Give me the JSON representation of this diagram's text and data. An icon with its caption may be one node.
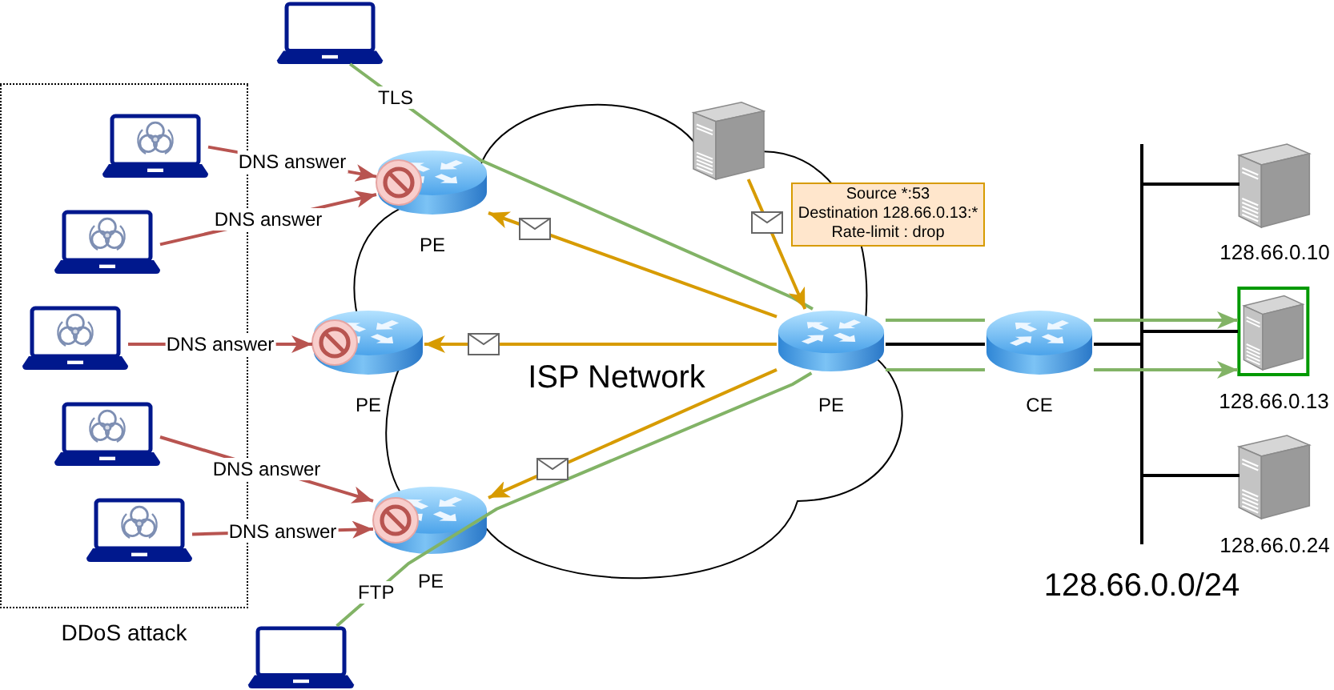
{
  "diagram": {
    "nodes": [
      {
        "text": [
          "DDoS attack"
        ]
      },
      {
        "text": [],
        "shape": "laptop",
        "in": 0
      },
      {
        "text": [],
        "shape": "laptop",
        "in": 0
      },
      {
        "text": [],
        "shape": "laptop",
        "in": 0
      },
      {
        "text": [],
        "shape": "laptop",
        "in": 0
      },
      {
        "text": [],
        "shape": "laptop",
        "in": 0
      },
      {
        "text": [],
        "shape": "laptop"
      },
      {
        "text": [],
        "shape": "laptop"
      },
      {
        "text": [
          "ISP Network"
        ]
      },
      {
        "text": [
          "PE"
        ],
        "in": 8
      },
      {
        "text": [
          "PE"
        ],
        "in": 8
      },
      {
        "text": [
          "PE"
        ],
        "in": 8
      },
      {
        "text": [],
        "shape": "server",
        "in": 8
      },
      {
        "text": [
          "Source *:53",
          "Destination 128.66.0.13:*",
          "Rate-limit : drop"
        ]
      },
      {
        "text": [
          "PE"
        ],
        "in": 8
      },
      {
        "text": [
          "CE"
        ]
      },
      {
        "text": [],
        "shape": "bar"
      },
      {
        "text": [
          "128.66.0.10"
        ]
      },
      {
        "text": [
          "128.66.0.13"
        ]
      },
      {
        "text": [
          "128.66.0.24"
        ]
      }
    ],
    "edges": [
      {
        "from": 1,
        "to": 9,
        "arrow": "to",
        "label": "DNS answer",
        "color": "#b85450"
      },
      {
        "from": 2,
        "to": 9,
        "arrow": "to",
        "label": "DNS answer",
        "color": "#b85450"
      },
      {
        "from": 3,
        "to": 10,
        "arrow": "to",
        "label": "DNS answer",
        "color": "#b85450"
      },
      {
        "from": 4,
        "to": 11,
        "arrow": "to",
        "label": "DNS answer",
        "color": "#b85450"
      },
      {
        "from": 5,
        "to": 11,
        "arrow": "to",
        "label": "DNS answer",
        "color": "#b85450"
      },
      {
        "from": 6,
        "to": 14,
        "arrow": "none",
        "label": "TLS",
        "color": "#82b366"
      },
      {
        "from": 14,
        "to": 15,
        "arrow": "none",
        "color": "#82b366"
      },
      {
        "from": 15,
        "to": 18,
        "arrow": "to",
        "color": "#82b366"
      },
      {
        "from": 7,
        "to": 14,
        "arrow": "none",
        "label": "FTP",
        "color": "#82b366"
      },
      {
        "from": 14,
        "to": 15,
        "arrow": "none",
        "color": "#82b366"
      },
      {
        "from": 15,
        "to": 18,
        "arrow": "to",
        "color": "#82b366"
      },
      {
        "from": 12,
        "to": 14,
        "arrow": "to",
        "color": "#d79b00"
      },
      {
        "from": 14,
        "to": 9,
        "arrow": "to",
        "color": "#d79b00"
      },
      {
        "from": 14,
        "to": 10,
        "arrow": "to",
        "color": "#d79b00"
      },
      {
        "from": 14,
        "to": 11,
        "arrow": "to",
        "color": "#d79b00"
      },
      {
        "from": 14,
        "to": 15,
        "arrow": "none",
        "color": "#000000"
      },
      {
        "from": 15,
        "to": 16,
        "arrow": "none",
        "color": "#000000"
      },
      {
        "from": 16,
        "to": 17,
        "arrow": "none",
        "color": "#000000"
      },
      {
        "from": 16,
        "to": 18,
        "arrow": "none",
        "color": "#000000"
      },
      {
        "from": 16,
        "to": 19,
        "arrow": "none",
        "color": "#000000"
      }
    ],
    "labels": [
      "128.66.0.0/24"
    ]
  }
}
